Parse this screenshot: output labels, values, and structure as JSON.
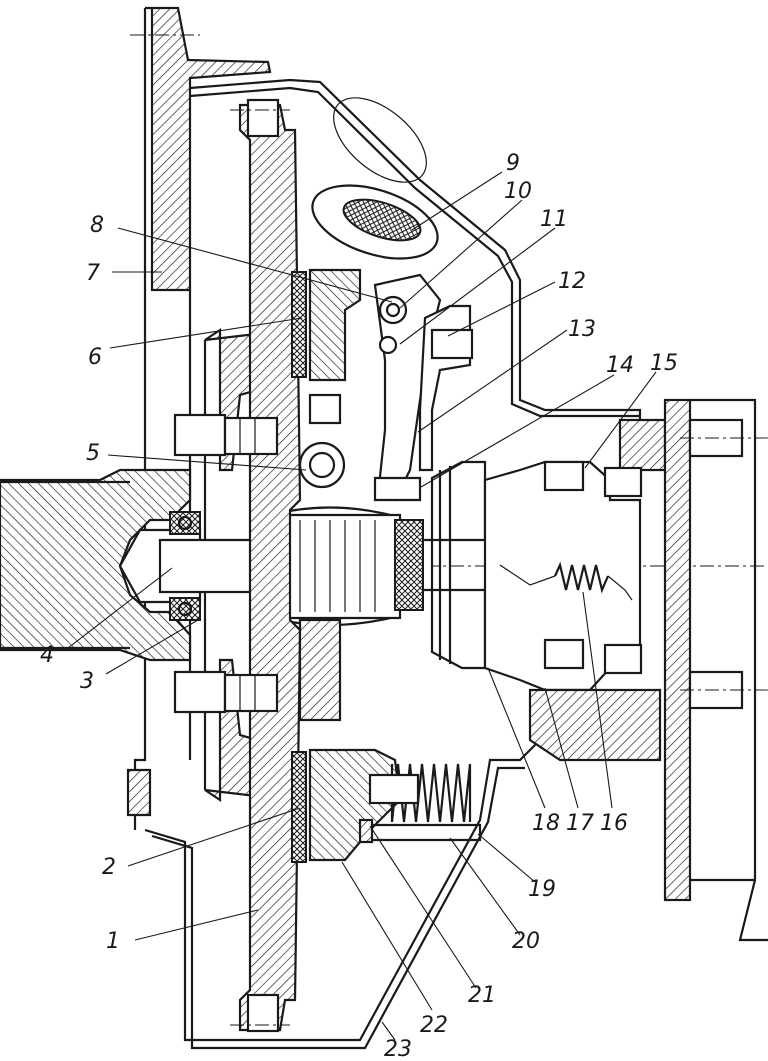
{
  "figure": {
    "callouts": [
      {
        "id": "1",
        "text": "1"
      },
      {
        "id": "2",
        "text": "2"
      },
      {
        "id": "3",
        "text": "3"
      },
      {
        "id": "4",
        "text": "4"
      },
      {
        "id": "5",
        "text": "5"
      },
      {
        "id": "6",
        "text": "6"
      },
      {
        "id": "7",
        "text": "7"
      },
      {
        "id": "8",
        "text": "8"
      },
      {
        "id": "9",
        "text": "9"
      },
      {
        "id": "10",
        "text": "10"
      },
      {
        "id": "11",
        "text": "11"
      },
      {
        "id": "12",
        "text": "12"
      },
      {
        "id": "13",
        "text": "13"
      },
      {
        "id": "14",
        "text": "14"
      },
      {
        "id": "15",
        "text": "15"
      },
      {
        "id": "16",
        "text": "16"
      },
      {
        "id": "17",
        "text": "17"
      },
      {
        "id": "18",
        "text": "18"
      },
      {
        "id": "19",
        "text": "19"
      },
      {
        "id": "20",
        "text": "20"
      },
      {
        "id": "21",
        "text": "21"
      },
      {
        "id": "22",
        "text": "22"
      },
      {
        "id": "23",
        "text": "23"
      }
    ]
  }
}
